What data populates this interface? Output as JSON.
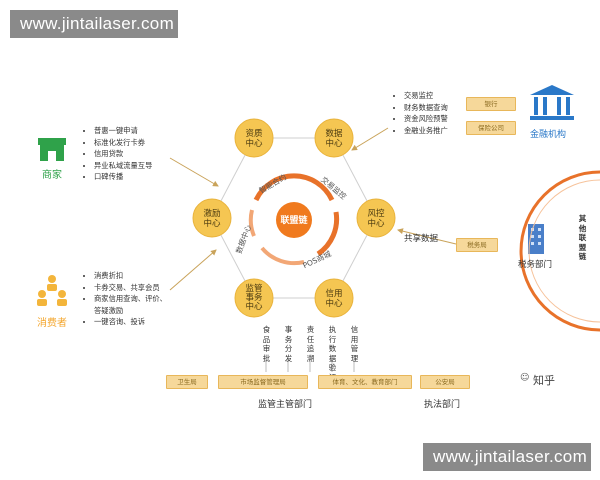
{
  "watermarks": {
    "top": "www.jintailaser.com",
    "bottom": "www.jintailaser.com"
  },
  "center": "联盟链",
  "nodes": [
    "资质中心",
    "数据中心",
    "风控中心",
    "信用中心",
    "监管事务中心",
    "激励中心"
  ],
  "ring_labels": [
    "智能合约",
    "交易监控",
    "POS商城",
    "数据中心"
  ],
  "merchant": {
    "label": "商家",
    "items": [
      "普惠一键申请",
      "标准化发行卡券",
      "信用贷款",
      "异业私域流量互导",
      "口碑传播"
    ]
  },
  "consumer": {
    "label": "消费者",
    "items": [
      "消费折扣",
      "卡券交易、共享会员",
      "商家信用查询、评价、",
      "答疑激励",
      "一键咨询、投诉"
    ]
  },
  "finance": {
    "label": "金融机构",
    "items": [
      "交易监控",
      "财务数据查询",
      "资金风险预警",
      "金融业务推广"
    ],
    "boxes": [
      "银行",
      "保险公司"
    ]
  },
  "tax": {
    "label": "税务部门",
    "box": "税务局",
    "arrow_label": "共享数据",
    "arc_text": "其他联盟链"
  },
  "columns": [
    "食品审批",
    "事务分发",
    "责任追溯",
    "执行数据验证",
    "信用管理"
  ],
  "bottom_boxes": [
    "卫生局",
    "市场监督管理局",
    "体育、文化、教育部门",
    "公安局"
  ],
  "dept_labels": [
    "监管主管部门",
    "执法部门"
  ],
  "brand": "知乎",
  "colors": {
    "node": "#f5c652",
    "center": "#f07a1e",
    "ring": "#e8722a",
    "box": "#f6d89a"
  }
}
